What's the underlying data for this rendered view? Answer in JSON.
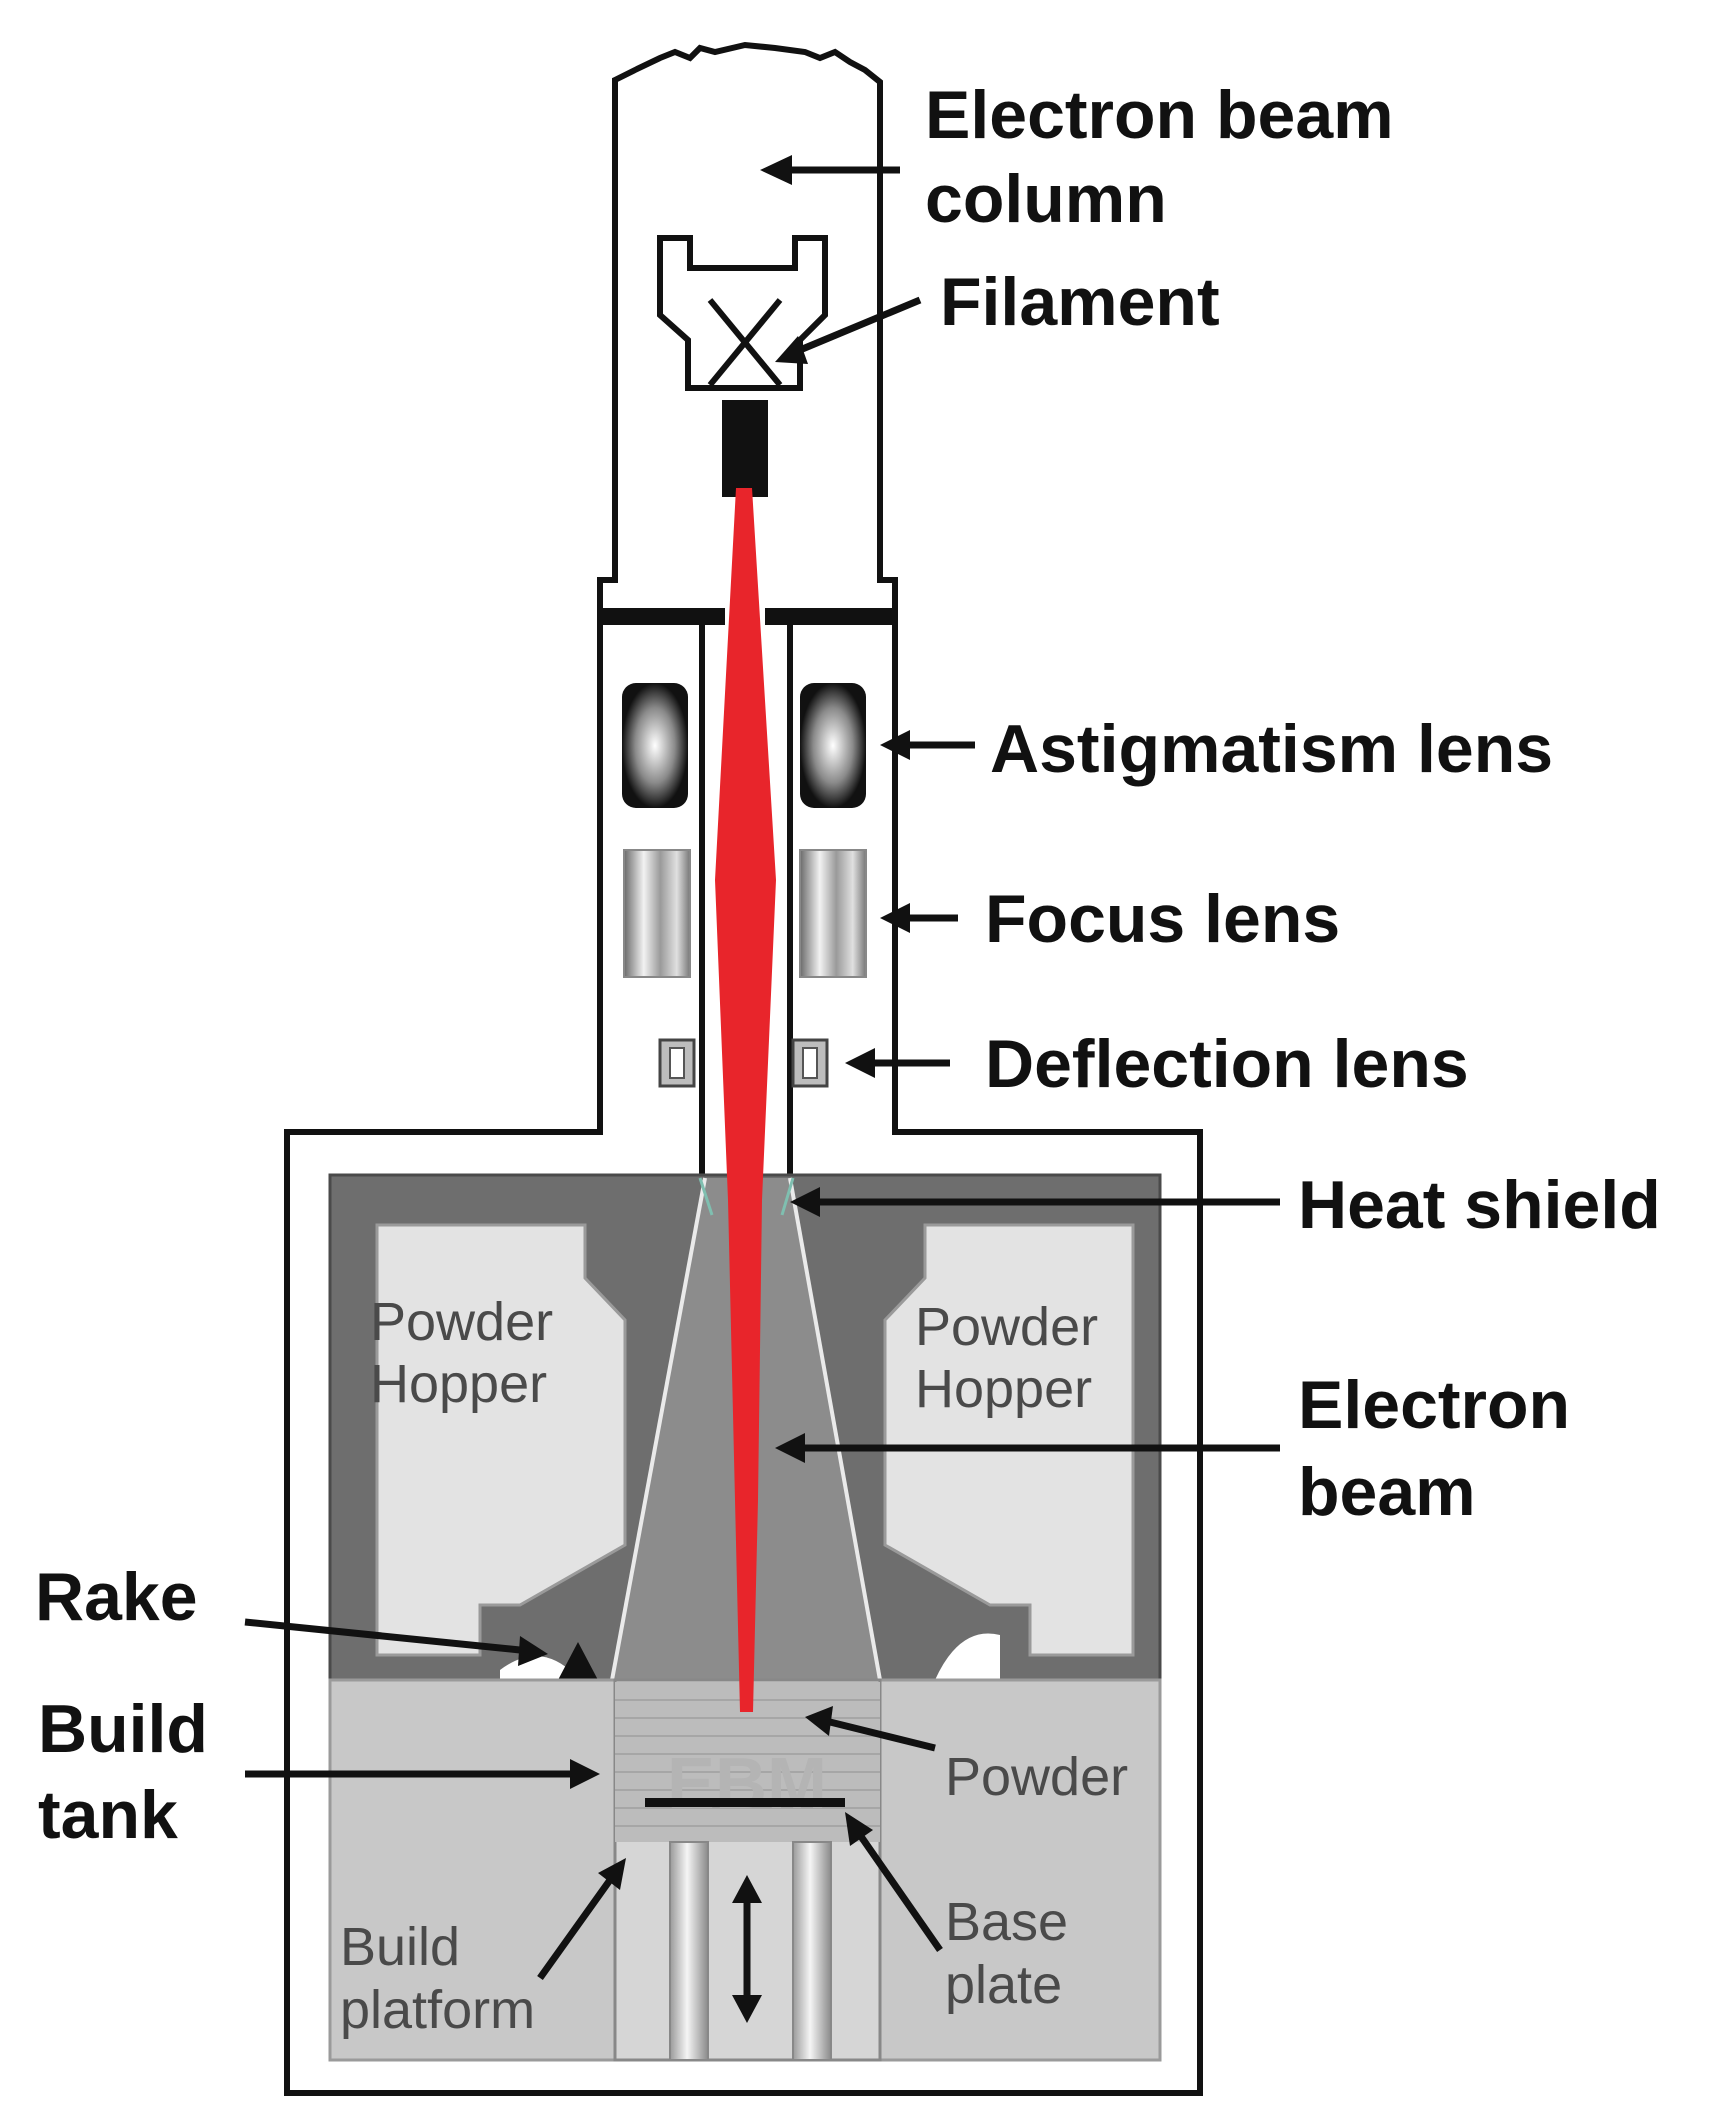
{
  "labels": {
    "electron_beam_column": [
      "Electron beam",
      "column"
    ],
    "filament": "Filament",
    "astigmatism_lens": "Astigmatism lens",
    "focus_lens": "Focus lens",
    "deflection_lens": "Deflection lens",
    "heat_shield": "Heat shield",
    "electron_beam": [
      "Electron",
      "beam"
    ],
    "rake": "Rake",
    "build_tank": [
      "Build",
      "tank"
    ],
    "powder": "Powder",
    "base_plate": [
      "Base",
      "plate"
    ],
    "build_platform": [
      "Build",
      "platform"
    ],
    "powder_hopper_left": [
      "Powder",
      "Hopper"
    ],
    "powder_hopper_right": [
      "Powder",
      "Hopper"
    ],
    "ebm": "EBM"
  },
  "colors": {
    "beam": "#e8252b",
    "chamber_dark": "#6e6e6e",
    "hopper_fill": "#e3e3e3",
    "tank_fill": "#c8c8c8",
    "cone_fill": "#8c8c8c",
    "outline": "#111111"
  }
}
